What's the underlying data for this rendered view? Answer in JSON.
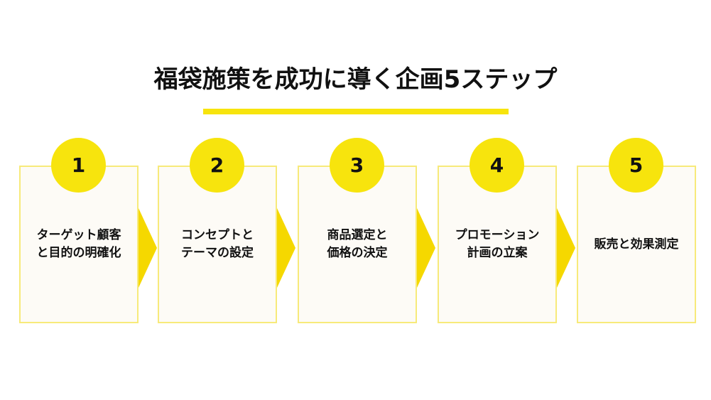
{
  "title": "福袋施策を成功に導く企画5ステップ",
  "steps": [
    {
      "num": "1",
      "line1": "ターゲット顧客",
      "line2": "と目的の明確化"
    },
    {
      "num": "2",
      "line1": "コンセプトと",
      "line2": "テーマの設定"
    },
    {
      "num": "3",
      "line1": "商品選定と",
      "line2": "価格の決定"
    },
    {
      "num": "4",
      "line1": "プロモーション",
      "line2": "計画の立案"
    },
    {
      "num": "5",
      "line1": "販売と効果測定",
      "line2": ""
    }
  ],
  "colors": {
    "accent": "#f7e40d",
    "box_bg": "#fdfbf6",
    "box_border": "#f7ea7a"
  }
}
